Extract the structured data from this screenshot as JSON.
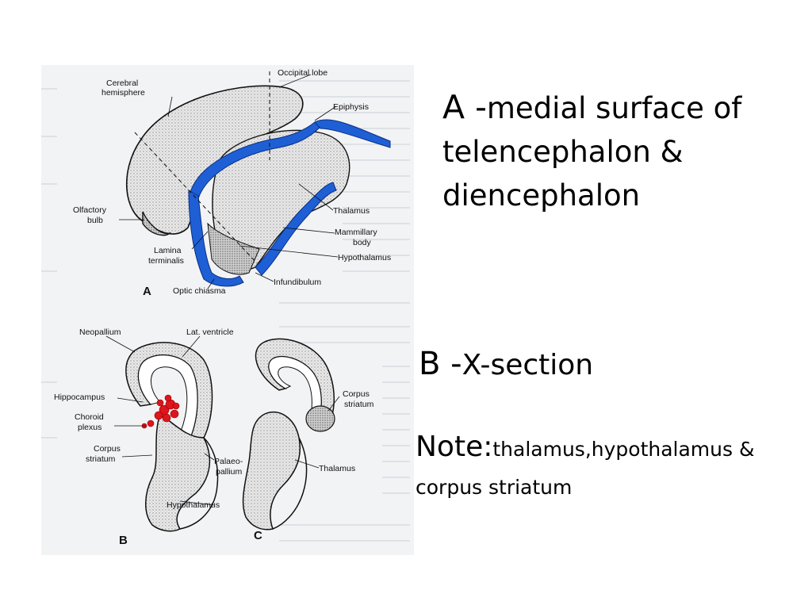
{
  "figure": {
    "panel_a": {
      "letter": "A",
      "labels": {
        "cerebral_hemisphere_1": "Cerebral",
        "cerebral_hemisphere_2": "hemisphere",
        "occipital_lobe": "Occipital lobe",
        "epiphysis": "Epiphysis",
        "olfactory_bulb_1": "Olfactory",
        "olfactory_bulb_2": "bulb",
        "thalamus": "Thalamus",
        "mammillary_body_1": "Mammillary",
        "mammillary_body_2": "body",
        "lamina_terminalis_1": "Lamina",
        "lamina_terminalis_2": "terminalis",
        "hypothalamus": "Hypothalamus",
        "infundibulum": "Infundibulum",
        "optic_chiasma": "Optic chiasma"
      }
    },
    "panel_b": {
      "letter": "B",
      "labels": {
        "neopallium": "Neopallium",
        "lat_ventricle": "Lat. ventricle",
        "hippocampus": "Hippocampus",
        "choroid_plexus_1": "Choroid",
        "choroid_plexus_2": "plexus",
        "corpus_striatum_1": "Corpus",
        "corpus_striatum_2": "striatum",
        "palaeopallium_1": "Palaeo-",
        "palaeopallium_2": "pallium",
        "hypothalamus": "Hypothalamus"
      }
    },
    "panel_c": {
      "letter": "C",
      "labels": {
        "corpus_striatum_1": "Corpus",
        "corpus_striatum_2": "striatum",
        "thalamus": "Thalamus"
      }
    }
  },
  "captions": {
    "a_letter": "A -",
    "a_text": "medial surface of telencephalon & diencephalon",
    "b_letter": "B -",
    "b_text": "X-section",
    "note_label": "Note:",
    "note_text": "thalamus,hypothalamus & corpus striatum"
  },
  "colors": {
    "ventricle_blue": "#1e5fd6",
    "choroid_red": "#e0141c",
    "stipple_gray": "#c9c9c9",
    "page_background": "#f2f3f5"
  }
}
